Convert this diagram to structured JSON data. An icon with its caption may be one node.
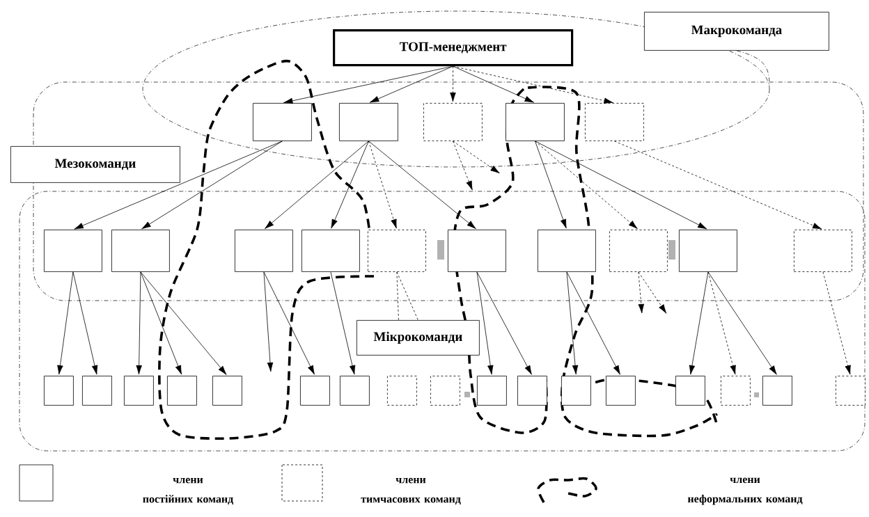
{
  "diagram": {
    "nodes": [
      {
        "text": [
          "ТОП-менеджмент"
        ]
      },
      {
        "text": [],
        "shape": "box"
      },
      {
        "text": [],
        "shape": "box"
      },
      {
        "text": [],
        "shape": "box"
      },
      {
        "text": [],
        "shape": "box"
      },
      {
        "text": [],
        "shape": "box"
      },
      {
        "text": [],
        "shape": "box"
      },
      {
        "text": [],
        "shape": "box"
      },
      {
        "text": [],
        "shape": "box"
      },
      {
        "text": [],
        "shape": "box"
      },
      {
        "text": [],
        "shape": "box"
      },
      {
        "text": [],
        "shape": "box"
      },
      {
        "text": [],
        "shape": "box"
      },
      {
        "text": [],
        "shape": "box"
      },
      {
        "text": [],
        "shape": "box"
      },
      {
        "text": [],
        "shape": "box"
      },
      {
        "text": [],
        "shape": "box"
      },
      {
        "text": [],
        "shape": "box"
      },
      {
        "text": [],
        "shape": "box"
      },
      {
        "text": [],
        "shape": "box"
      },
      {
        "text": [],
        "shape": "box"
      },
      {
        "text": [],
        "shape": "box"
      },
      {
        "text": [],
        "shape": "box"
      },
      {
        "text": [],
        "shape": "box"
      },
      {
        "text": [],
        "shape": "box"
      },
      {
        "text": [],
        "shape": "box"
      },
      {
        "text": [],
        "shape": "box"
      },
      {
        "text": [],
        "shape": "box"
      },
      {
        "text": [],
        "shape": "box"
      },
      {
        "text": [],
        "shape": "box"
      },
      {
        "text": [],
        "shape": "box"
      },
      {
        "text": [],
        "shape": "box"
      },
      {
        "text": [],
        "shape": "box"
      },
      {
        "text": [
          "Макрокоманда"
        ]
      },
      {
        "text": [
          "Мезокоманди"
        ]
      },
      {
        "text": [
          "Мікрокоманди"
        ]
      }
    ],
    "edges": [
      {
        "from": 0,
        "to": 1,
        "arrow": "to"
      },
      {
        "from": 0,
        "to": 2,
        "arrow": "to"
      },
      {
        "from": 0,
        "to": 3,
        "arrow": "to",
        "style": "dashed"
      },
      {
        "from": 0,
        "to": 4,
        "arrow": "to"
      },
      {
        "from": 0,
        "to": 5,
        "arrow": "to",
        "style": "dashed"
      },
      {
        "from": 1,
        "to": 6,
        "arrow": "to"
      },
      {
        "from": 1,
        "to": 7,
        "arrow": "to"
      },
      {
        "from": 2,
        "to": 8,
        "arrow": "to"
      },
      {
        "from": 2,
        "to": 9,
        "arrow": "to"
      },
      {
        "from": 2,
        "to": 10,
        "arrow": "to",
        "style": "dashed"
      },
      {
        "from": 2,
        "to": 11,
        "arrow": "to"
      },
      {
        "from": 3,
        "to": null,
        "arrow": "to",
        "style": "dashed"
      },
      {
        "from": 3,
        "to": null,
        "arrow": "to",
        "style": "dashed"
      },
      {
        "from": 4,
        "to": 12,
        "arrow": "to"
      },
      {
        "from": 4,
        "to": 13,
        "arrow": "to",
        "style": "dashed"
      },
      {
        "from": 4,
        "to": 14,
        "arrow": "to"
      },
      {
        "from": 5,
        "to": 15,
        "arrow": "to",
        "style": "dashed"
      },
      {
        "from": 6,
        "to": 16,
        "arrow": "to"
      },
      {
        "from": 6,
        "to": 17,
        "arrow": "to"
      },
      {
        "from": 7,
        "to": 18,
        "arrow": "to"
      },
      {
        "from": 7,
        "to": 19,
        "arrow": "to"
      },
      {
        "from": 7,
        "to": 20,
        "arrow": "to"
      },
      {
        "from": 8,
        "to": null,
        "arrow": "to"
      },
      {
        "from": 8,
        "to": 21,
        "arrow": "to"
      },
      {
        "from": 9,
        "to": 22,
        "arrow": "to"
      },
      {
        "from": 10,
        "to": 35,
        "arrow": "none",
        "style": "dashed"
      },
      {
        "from": 10,
        "to": 35,
        "arrow": "none",
        "style": "dashed"
      },
      {
        "from": 11,
        "to": 25,
        "arrow": "to"
      },
      {
        "from": 11,
        "to": 26,
        "arrow": "to"
      },
      {
        "from": 12,
        "to": 27,
        "arrow": "to"
      },
      {
        "from": 12,
        "to": 28,
        "arrow": "to"
      },
      {
        "from": 13,
        "to": null,
        "arrow": "to",
        "style": "dashed"
      },
      {
        "from": 13,
        "to": null,
        "arrow": "to",
        "style": "dashed"
      },
      {
        "from": 14,
        "to": 29,
        "arrow": "to"
      },
      {
        "from": 14,
        "to": 30,
        "arrow": "to",
        "style": "dashed"
      },
      {
        "from": 14,
        "to": 31,
        "arrow": "to"
      },
      {
        "from": 15,
        "to": 32,
        "arrow": "to",
        "style": "dashed"
      },
      {
        "from": 33,
        "to": null,
        "arrow": "none",
        "style": "dashed"
      }
    ],
    "legend": [
      {
        "text": "члени постійних команд"
      },
      {
        "text": "члени тимчасових команд"
      },
      {
        "text": "члени неформальних команд"
      }
    ]
  }
}
